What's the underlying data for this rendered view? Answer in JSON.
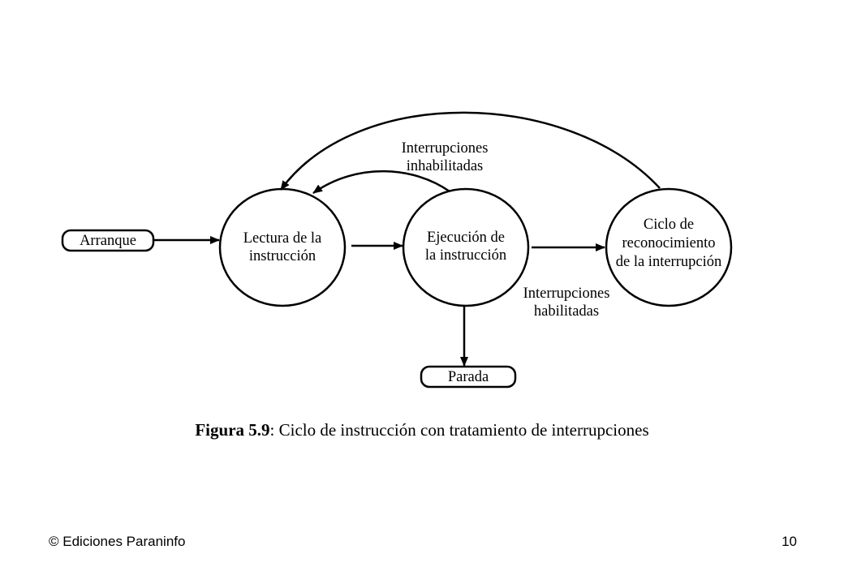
{
  "diagram": {
    "start_terminal": "Arranque",
    "stop_terminal": "Parada",
    "node_fetch": [
      "Lectura de la",
      "instrucción"
    ],
    "node_execute": [
      "Ejecución de",
      "la instrucción"
    ],
    "node_interrupt": [
      "Ciclo de",
      "reconocimiento",
      "de la interrupción"
    ],
    "label_disabled": [
      "Interrupciones",
      "inhabilitadas"
    ],
    "label_enabled": [
      "Interrupciones",
      "habilitadas"
    ]
  },
  "caption": {
    "lead": "Figura 5.9",
    "text": ": Ciclo de instrucción con tratamiento de interrupciones"
  },
  "footer": {
    "copyright": "© Ediciones Paraninfo",
    "page_number": "10"
  }
}
